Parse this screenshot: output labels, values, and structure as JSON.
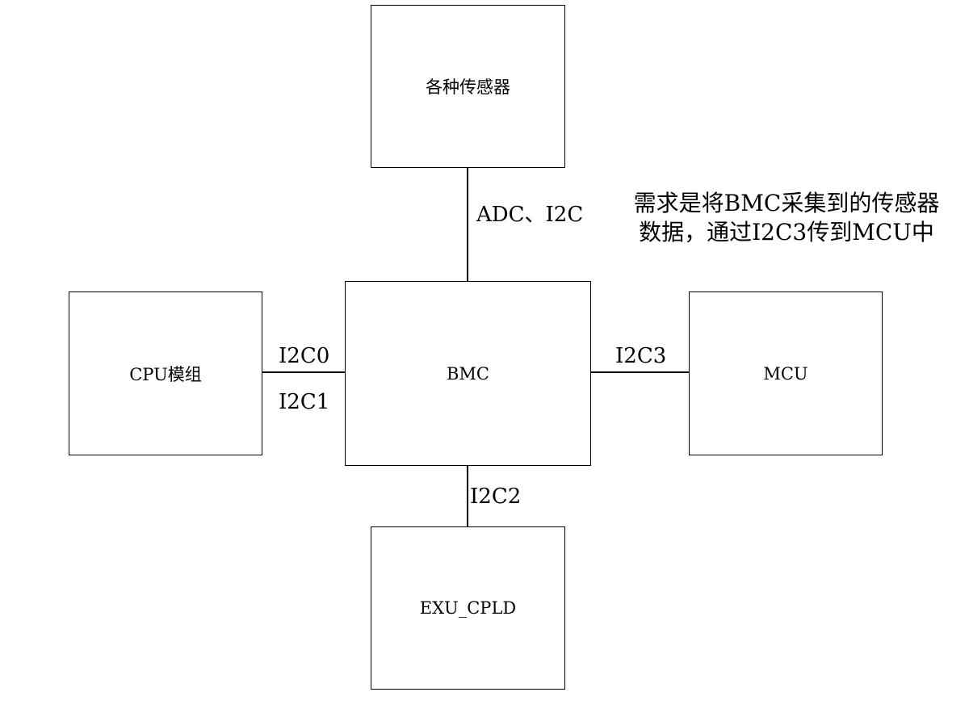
{
  "nodes": {
    "sensors": "各种传感器",
    "bmc": "BMC",
    "cpu": "CPU模组",
    "mcu": "MCU",
    "exu_cpld": "EXU_CPLD"
  },
  "edges": {
    "sensors_bmc": "ADC、I2C",
    "cpu_bmc_0": "I2C0",
    "cpu_bmc_1": "I2C1",
    "bmc_mcu": "I2C3",
    "bmc_cpld": "I2C2"
  },
  "note": "需求是将BMC采集到的传感器数据，通过I2C3传到MCU中"
}
